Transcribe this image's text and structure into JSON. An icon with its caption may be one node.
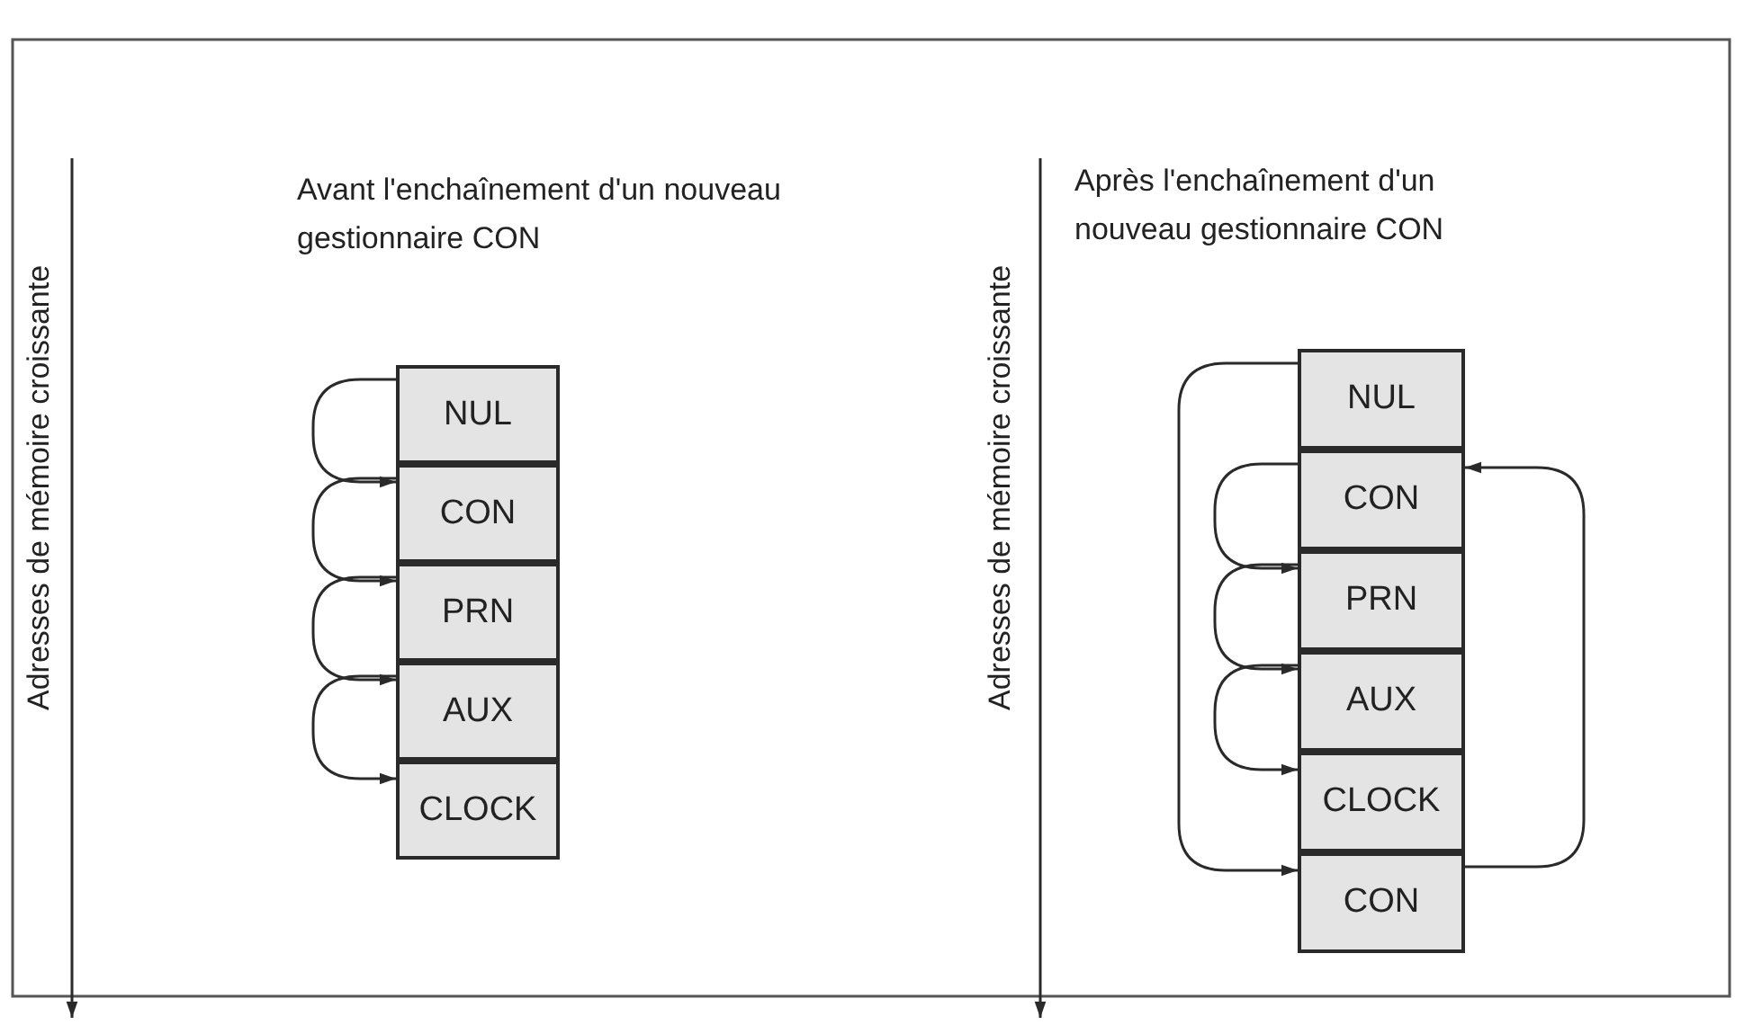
{
  "diagram": {
    "nodes": [
      {
        "text": [
          "NUL"
        ]
      },
      {
        "text": [
          "CON"
        ]
      },
      {
        "text": [
          "PRN"
        ]
      },
      {
        "text": [
          "AUX"
        ]
      },
      {
        "text": [
          "CLOCK"
        ]
      },
      {
        "text": [
          "NUL"
        ]
      },
      {
        "text": [
          "CON"
        ]
      },
      {
        "text": [
          "PRN"
        ]
      },
      {
        "text": [
          "AUX"
        ]
      },
      {
        "text": [
          "CLOCK"
        ]
      },
      {
        "text": [
          "CON"
        ]
      }
    ],
    "edges": [
      {
        "from": 0,
        "to": 1,
        "arrow": "to"
      },
      {
        "from": 1,
        "to": 2,
        "arrow": "to"
      },
      {
        "from": 2,
        "to": 3,
        "arrow": "to"
      },
      {
        "from": 3,
        "to": 4,
        "arrow": "to"
      },
      {
        "from": 5,
        "to": 10,
        "arrow": "to"
      },
      {
        "from": 6,
        "to": 7,
        "arrow": "to"
      },
      {
        "from": 7,
        "to": 8,
        "arrow": "to"
      },
      {
        "from": 8,
        "to": 9,
        "arrow": "to"
      },
      {
        "from": 10,
        "to": 6,
        "arrow": "to"
      }
    ],
    "labels": [
      "Adresses de mémoire croissante",
      "Avant l'enchaînement d'un nouveau gestionnaire CON",
      "Adresses de mémoire croissante",
      "Après l'enchaînement d'un nouveau gestionnaire CON"
    ]
  }
}
